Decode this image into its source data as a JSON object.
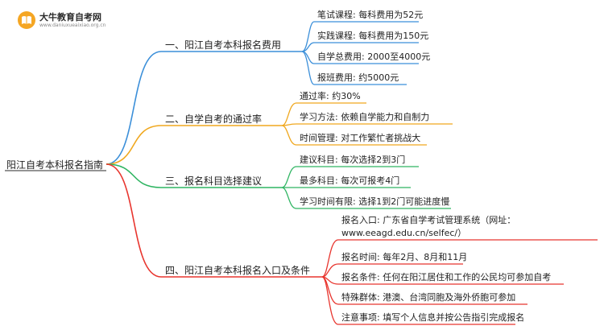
{
  "brand": {
    "name": "大牛教育自考网",
    "url": "www.daniuxueaixiao.org.cn"
  },
  "root": "阳江自考本科报名指南",
  "branches": [
    {
      "label": "一、阳江自考本科报名费用",
      "color": "#3b8fd9",
      "items": [
        "笔试课程: 每科费用为52元",
        "实践课程: 每科费用为150元",
        "自学总费用: 2000至4000元",
        "报班费用: 约5000元"
      ]
    },
    {
      "label": "二、自学自考的通过率",
      "color": "#f0a81f",
      "items": [
        "通过率: 约30%",
        "学习方法: 依赖自学能力和自制力",
        "时间管理: 对工作繁忙者挑战大"
      ]
    },
    {
      "label": "三、报名科目选择建议",
      "color": "#2fb562",
      "items": [
        "建议科目: 每次选择2到3门",
        "最多科目: 每次可报考4门",
        "学习时间有限: 选择1到2门可能进度慢"
      ]
    },
    {
      "label": "四、阳江自考本科报名入口及条件",
      "color": "#e8352e",
      "items": [
        "报名入口: 广东省自学考试管理系统（网址：www.eeagd.edu.cn/selfec/）",
        "报名时间: 每年2月、8月和11月",
        "报名条件: 任何在阳江居住和工作的公民均可参加自考",
        "特殊群体: 港澳、台湾同胞及海外侨胞可参加",
        "注意事项: 填写个人信息并按公告指引完成报名"
      ]
    }
  ]
}
